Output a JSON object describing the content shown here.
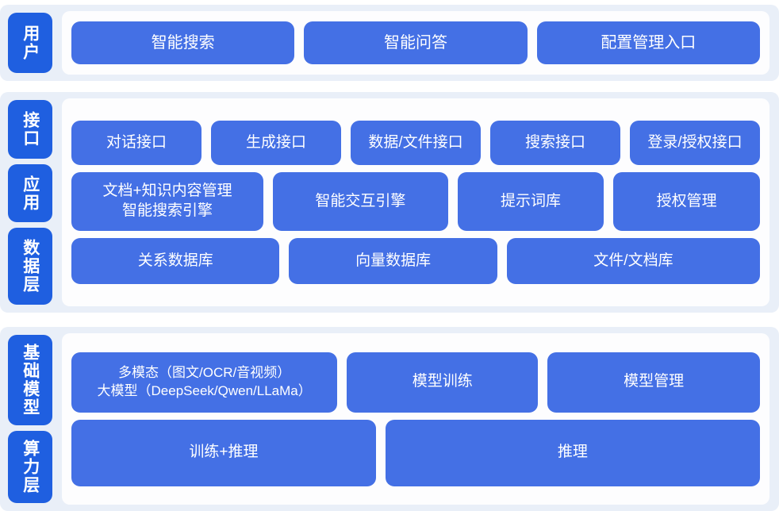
{
  "theme": {
    "page_background": "#ffffff",
    "panel_background": "#e9eff8",
    "card_background": "#fdfdfe",
    "tab_color": "#1f5fe0",
    "node_color": "#4470e5",
    "node_text_color": "#ffffff"
  },
  "panels": [
    {
      "id": "user",
      "tabs": [
        {
          "label": "用户"
        }
      ],
      "rows": [
        {
          "id": "user-entries",
          "nodes": [
            {
              "label": "智能搜索",
              "flex": 1
            },
            {
              "label": "智能问答",
              "flex": 1
            },
            {
              "label": "配置管理入口",
              "flex": 1
            }
          ]
        }
      ]
    },
    {
      "id": "platform",
      "tabs": [
        {
          "label": "接口"
        },
        {
          "label": "应用"
        },
        {
          "label": "数据层"
        }
      ],
      "rows": [
        {
          "id": "interface",
          "nodes": [
            {
              "label": "对话接口",
              "flex": 1
            },
            {
              "label": "生成接口",
              "flex": 1
            },
            {
              "label": "数据/文件接口",
              "flex": 1
            },
            {
              "label": "搜索接口",
              "flex": 1
            },
            {
              "label": "登录/授权接口",
              "flex": 1
            }
          ]
        },
        {
          "id": "application",
          "nodes": [
            {
              "label": "文档+知识内容管理\n智能搜索引擎",
              "flex": 1.26
            },
            {
              "label": "智能交互引擎",
              "flex": 1.14
            },
            {
              "label": "提示词库",
              "flex": 0.94
            },
            {
              "label": "授权管理",
              "flex": 0.94
            }
          ]
        },
        {
          "id": "data",
          "nodes": [
            {
              "label": "关系数据库",
              "flex": 1
            },
            {
              "label": "向量数据库",
              "flex": 1
            },
            {
              "label": "文件/文档库",
              "flex": 1.23
            }
          ]
        }
      ]
    },
    {
      "id": "infra",
      "tabs": [
        {
          "label": "基础模型"
        },
        {
          "label": "算力层"
        }
      ],
      "rows": [
        {
          "id": "model",
          "nodes": [
            {
              "label": "多模态（图文/OCR/音视频）\n大模型（DeepSeek/Qwen/LLaMa）",
              "flex": 1.42,
              "multiline": true
            },
            {
              "label": "模型训练",
              "flex": 1
            },
            {
              "label": "模型管理",
              "flex": 1.12
            }
          ]
        },
        {
          "id": "compute",
          "nodes": [
            {
              "label": "训练+推理",
              "flex": 1
            },
            {
              "label": "推理",
              "flex": 1.24
            }
          ]
        }
      ]
    }
  ]
}
